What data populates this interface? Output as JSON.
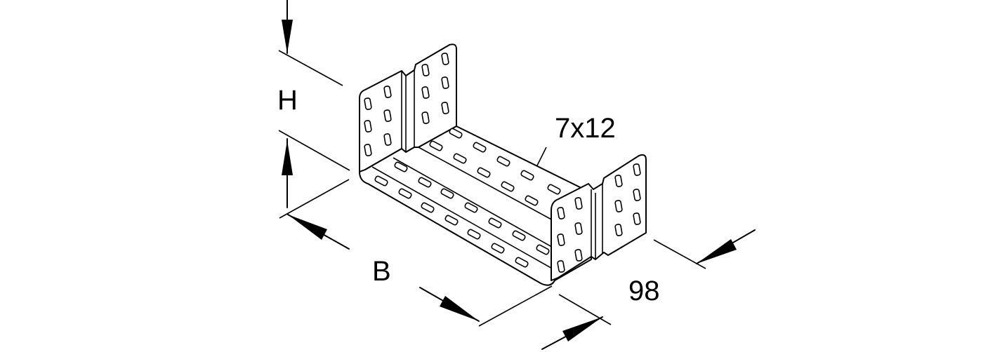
{
  "labels": {
    "height": "H",
    "width": "B",
    "length": "98",
    "slot_size": "7x12"
  },
  "colors": {
    "stroke": "#000000",
    "background": "#ffffff"
  }
}
